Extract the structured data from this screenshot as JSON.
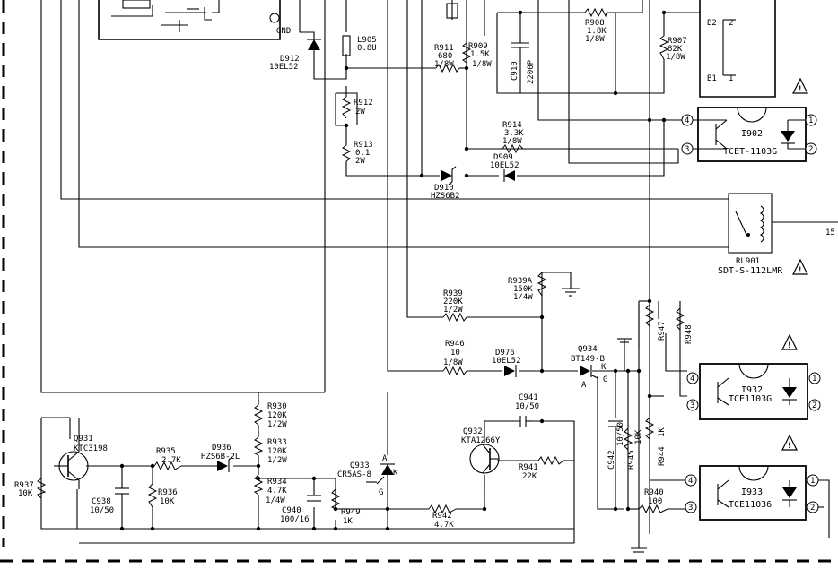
{
  "labels": {
    "gnd": "GND",
    "d912_ref": "D912",
    "d912_val": "10EL52",
    "l905_ref": "L905",
    "l905_val": "0.8U",
    "r911_ref": "R911",
    "r911_val": "680",
    "r911_pwr": "1/8W",
    "r909_ref": "R909",
    "r909_val": "1.5K",
    "r909_pwr": "1/8W",
    "c910_ref": "C910",
    "c910_val": "2200P",
    "r908_ref": "R908",
    "r908_val": "1.8K",
    "r908_pwr": "1/8W",
    "r907_ref": "R907",
    "r907_val": "82K",
    "r907_pwr": "1/8W",
    "b2": "B2",
    "b1": "B1",
    "p2": "2",
    "p1": "1",
    "r912_ref": "R912",
    "r912_val": "2W",
    "r913_ref": "R913",
    "r913_val": "0.1",
    "r913_pwr": "2W",
    "r914_ref": "R914",
    "r914_val": "3.3K",
    "r914_pwr": "1/8W",
    "d909_ref": "D909",
    "d909_val": "10EL52",
    "d910_ref": "D910",
    "d910_val": "HZS6B2",
    "i902_ref": "I902",
    "i902_val": "TCET-1103G",
    "rl901_ref": "RL901",
    "rl901_val": "SDT-S-112LMR",
    "r939a_ref": "R939A",
    "r939a_val": "150K",
    "r939a_pwr": "1/4W",
    "r939_ref": "R939",
    "r939_val": "220K",
    "r939_pwr": "1/2W",
    "r946_ref": "R946",
    "r946_val": "10",
    "r946_pwr": "1/8W",
    "d976_ref": "D976",
    "d976_val": "10EL52",
    "q934_ref": "Q934",
    "q934_val": "BT149-B",
    "r947_ref": "R947",
    "r948_ref": "R948",
    "i932_ref": "I932",
    "i932_val": "TCE1103G",
    "r930_ref": "R930",
    "r930_val": "120K",
    "r930_pwr": "1/2W",
    "r933_ref": "R933",
    "r933_val": "120K",
    "r933_pwr": "1/2W",
    "r934_ref": "R934",
    "r934_val": "4.7K",
    "r934_pwr": "1/4W",
    "q931_ref": "Q931",
    "q931_val": "KTC3198",
    "r935_ref": "R935",
    "r935_val": "2.7K",
    "d936_ref": "D936",
    "d936_val": "HZS6B-2L",
    "r937_ref": "R937",
    "r937_val": "10K",
    "c938_ref": "C938",
    "c938_val": "10/50",
    "r936_ref": "R936",
    "r936_val": "10K",
    "c940_ref": "C940",
    "c940_val": "100/16",
    "r949_ref": "R949",
    "r949_val": "1K",
    "q933_ref": "Q933",
    "q933_val": "CR5AS-8",
    "c941_ref": "C941",
    "c941_val": "10/50",
    "q932_ref": "Q932",
    "q932_val": "KTA1266Y",
    "r941_ref": "R941",
    "r941_val": "22K",
    "r942_ref": "R942",
    "r942_val": "4.7K",
    "c942_ref": "C942",
    "c942_val": "10/50",
    "r945_ref": "R945",
    "r945_val": "10K",
    "r944_ref": "R944",
    "r944_val": "1K",
    "r940_ref": "R940",
    "r940_val": "100",
    "i933_ref": "I933",
    "i933_val": "TCE11036",
    "pin_a": "A",
    "pin_k": "K",
    "pin_g": "G",
    "pin4": "4",
    "pin3": "3",
    "pin1": "1",
    "pin2": "2",
    "edge_15": "15"
  }
}
